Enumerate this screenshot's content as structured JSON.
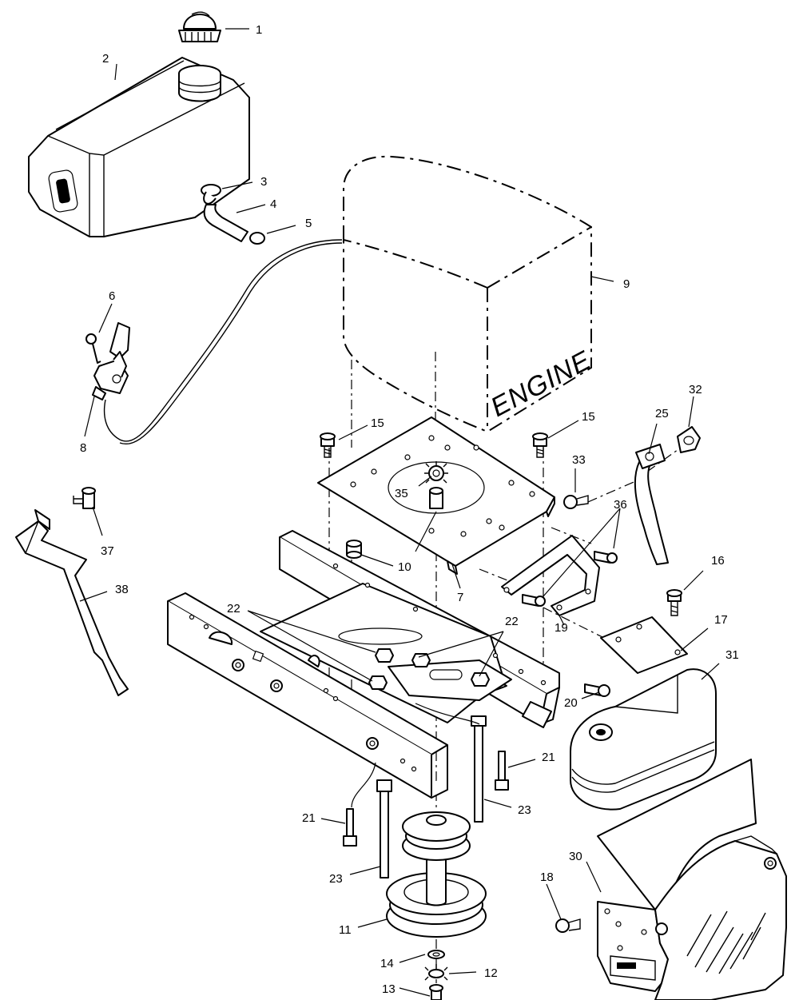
{
  "engine_label": "ENGINE",
  "callouts": [
    "1",
    "2",
    "3",
    "4",
    "5",
    "6",
    "8",
    "9",
    "15",
    "15",
    "25",
    "32",
    "33",
    "35",
    "36",
    "37",
    "10",
    "7",
    "38",
    "22",
    "22",
    "16",
    "17",
    "19",
    "31",
    "20",
    "21",
    "21",
    "23",
    "23",
    "30",
    "18",
    "11",
    "14",
    "12",
    "13"
  ]
}
